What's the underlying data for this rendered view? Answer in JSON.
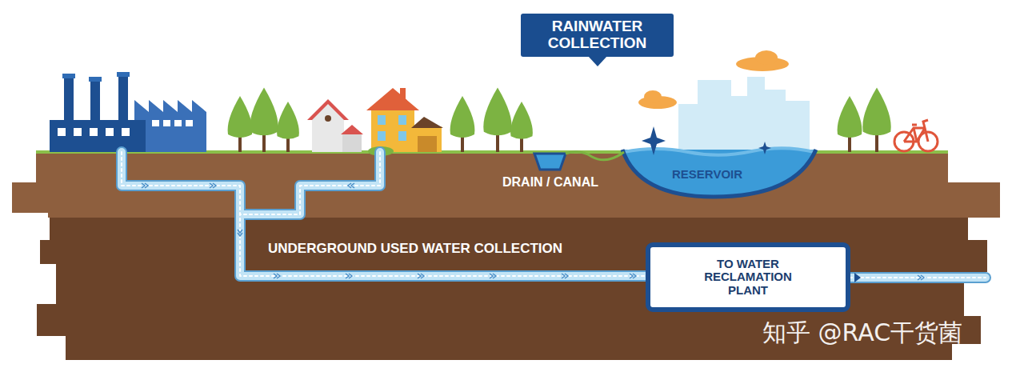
{
  "diagram": {
    "nodes": [
      {
        "text": [
          "RAINWATER COLLECTION"
        ]
      },
      {
        "text": [
          "TO WATER RECLAMATION PLANT"
        ]
      }
    ],
    "labels": [
      "DRAIN / CANAL",
      "RESERVOIR",
      "UNDERGROUND USED WATER COLLECTION",
      "知乎 @RAC干货菌"
    ]
  }
}
